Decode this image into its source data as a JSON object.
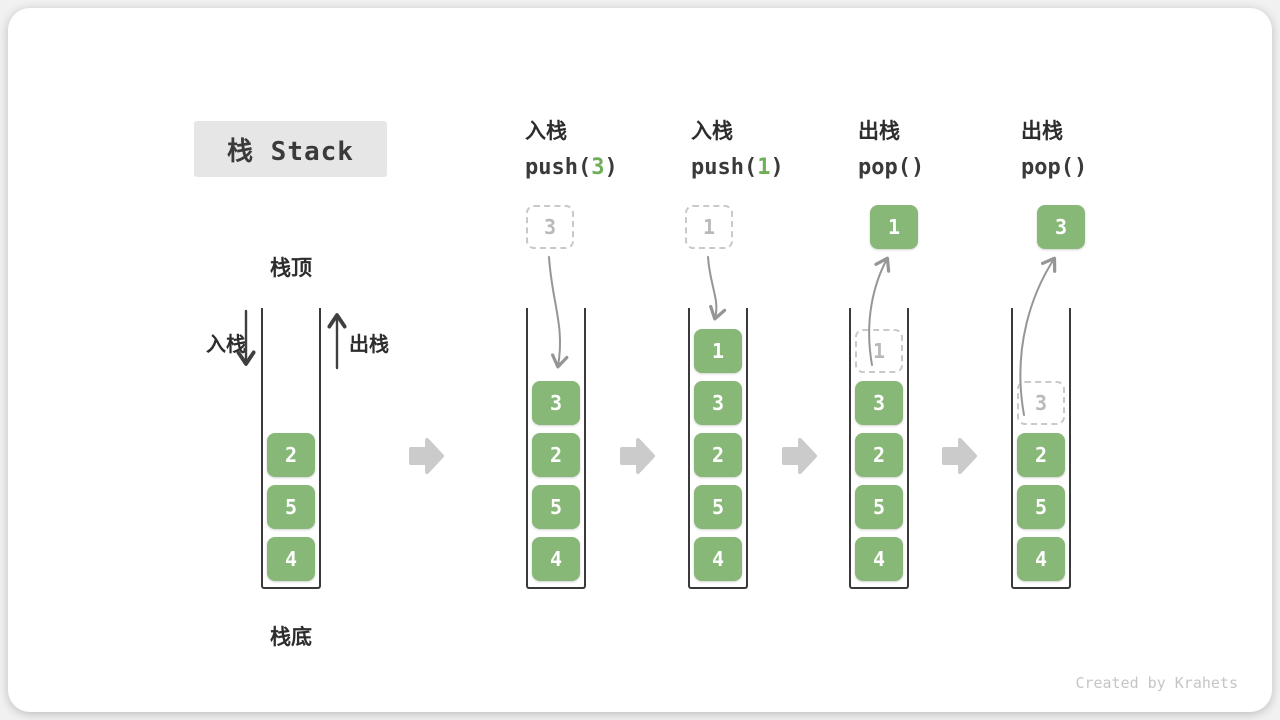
{
  "title": "栈 Stack",
  "watermark": "Created by Krahets",
  "labels": {
    "stack_top": "栈顶",
    "stack_bottom": "栈底",
    "push": "入栈",
    "pop": "出栈"
  },
  "colors": {
    "cell_green": "#88b878",
    "code_arg_green": "#6fae58",
    "flow_arrow_gray": "#cbcbcb",
    "curve_arrow_gray": "#969696",
    "dashed_border_gray": "#c9c9c9"
  },
  "headers": [
    {
      "action": "入栈",
      "code_pre": "push(",
      "code_arg": "3",
      "code_post": ")"
    },
    {
      "action": "入栈",
      "code_pre": "push(",
      "code_arg": "1",
      "code_post": ")"
    },
    {
      "action": "出栈",
      "code_pre": "pop(",
      "code_arg": "",
      "code_post": ")"
    },
    {
      "action": "出栈",
      "code_pre": "pop(",
      "code_arg": "",
      "code_post": ")"
    }
  ],
  "floats": [
    {
      "value": "3",
      "style": "dashed"
    },
    {
      "value": "1",
      "style": "dashed"
    },
    {
      "value": "1",
      "style": "solid"
    },
    {
      "value": "3",
      "style": "solid"
    }
  ],
  "stacks": [
    {
      "cells": [
        "2",
        "5",
        "4"
      ]
    },
    {
      "cells": [
        "3",
        "2",
        "5",
        "4"
      ]
    },
    {
      "cells": [
        "1",
        "3",
        "2",
        "5",
        "4"
      ]
    },
    {
      "popped": "1",
      "cells": [
        "3",
        "2",
        "5",
        "4"
      ]
    },
    {
      "popped": "3",
      "cells": [
        "2",
        "5",
        "4"
      ]
    }
  ]
}
